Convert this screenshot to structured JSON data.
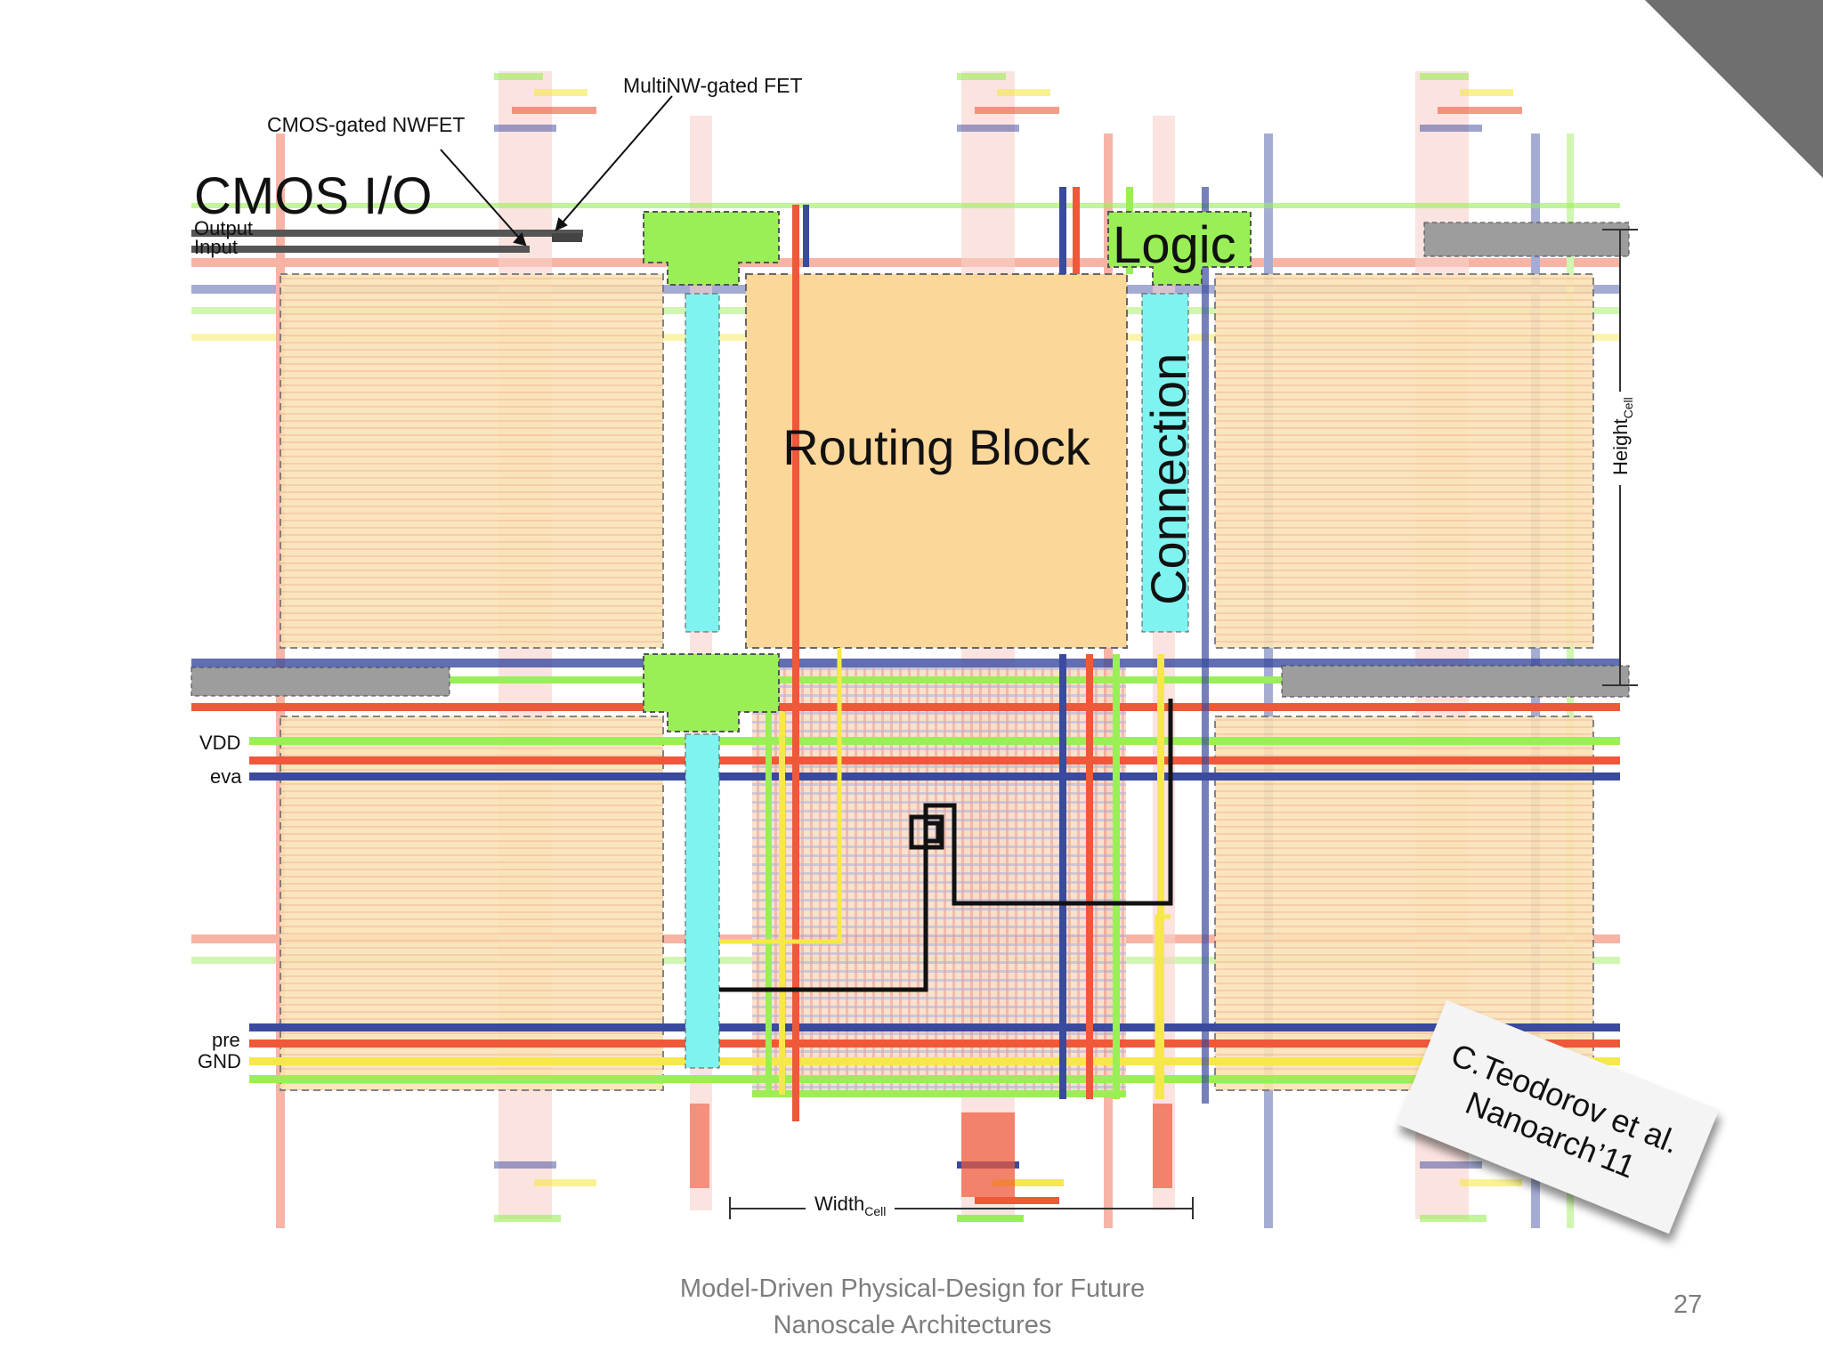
{
  "diagram": {
    "cmos_io": "CMOS I/O",
    "output": "Output",
    "input": "Input",
    "cmos_gated": "CMOS-gated NWFET",
    "multinw_gated": "MultiNW-gated FET",
    "logic": "Logic",
    "routing_block": "Routing Block",
    "connection": "Connection",
    "height": "Height",
    "height_sub": "Cell",
    "width": "Width",
    "width_sub": "Cell",
    "vdd": "VDD",
    "eva": "eva",
    "pre": "pre",
    "gnd": "GND"
  },
  "colors": {
    "tan": "#fcd79a",
    "green": "#99ef55",
    "cyan": "#7ff3f0",
    "red": "#f0583a",
    "blue": "#3a4a9e",
    "yellow": "#f6e84a",
    "gray": "#a9a9a9"
  },
  "citation": {
    "line1": "C.Teodorov et al.",
    "line2": "Nanoarch’11"
  },
  "footer": {
    "line1": "Model-Driven Physical-Design for Future",
    "line2": "Nanoscale Architectures"
  },
  "page_number": "27"
}
